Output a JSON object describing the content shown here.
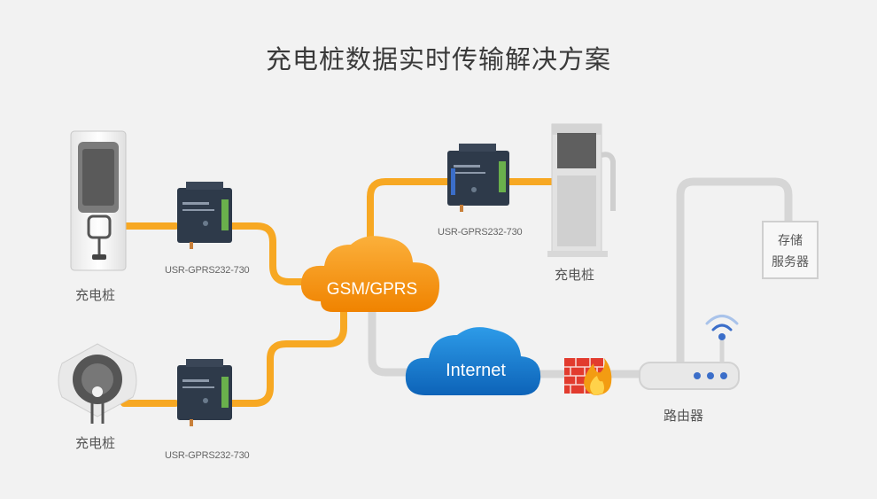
{
  "title": "充电桩数据实时传输解决方案",
  "nodes": {
    "charger_top_left": "充电桩",
    "charger_bottom_left": "充电桩",
    "charger_top_right": "充电桩",
    "dtu_top_left": "USR-GPRS232-730",
    "dtu_bottom_left": "USR-GPRS232-730",
    "dtu_top_right": "USR-GPRS232-730",
    "gsm_cloud": "GSM/GPRS",
    "internet_cloud": "Internet",
    "router": "路由器",
    "server_line1": "存储",
    "server_line2": "服务器"
  },
  "colors": {
    "orange_link": "#f7a823",
    "gray_link": "#d6d6d6",
    "gsm_cloud": "#f39200",
    "internet_cloud": "#1a7fd0",
    "firewall": "#e23b2e"
  }
}
